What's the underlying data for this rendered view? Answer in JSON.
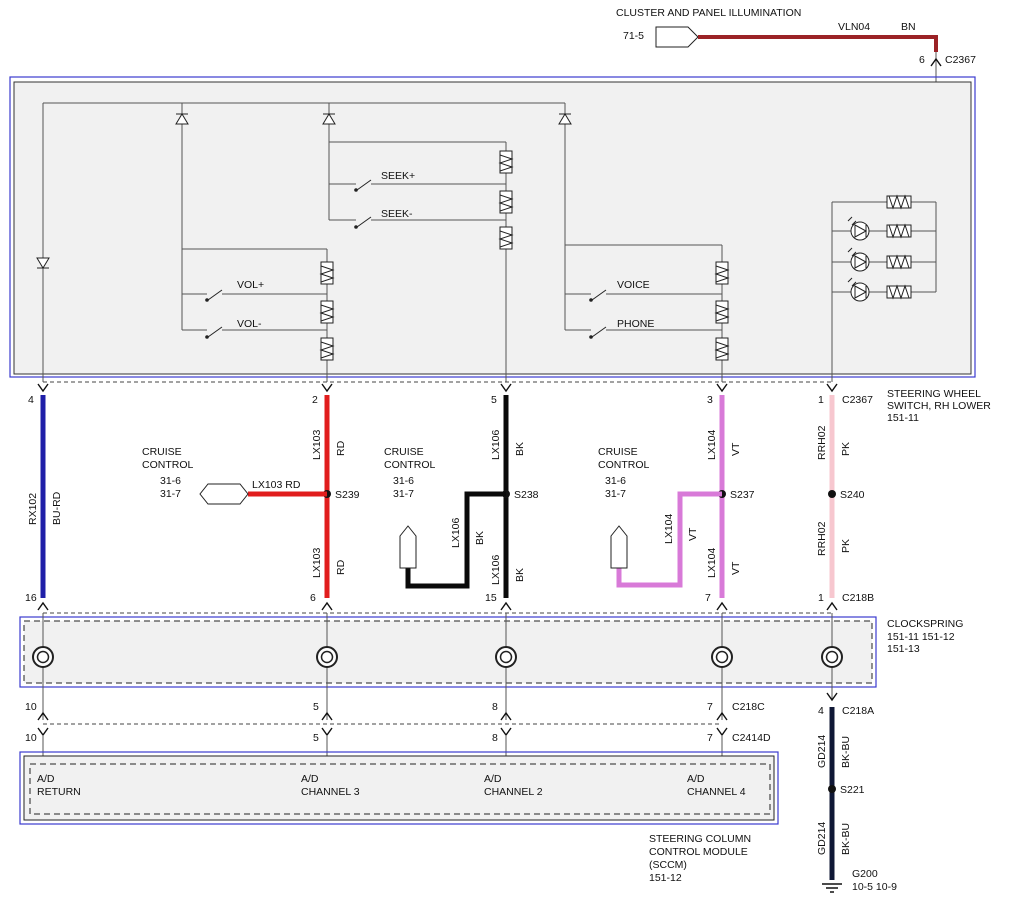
{
  "colors": {
    "vln04_wire": "#9b2226",
    "rx102_wire": "#1f1fa8",
    "lx103_wire": "#e11d1d",
    "lx106_wire": "#0a0a0a",
    "lx104_wire": "#d87ad8",
    "rrh02_wire": "#f7c7cf",
    "gd214_wire": "#101836",
    "module_border": "#3b3bcf",
    "module_fill": "#f1f1f1"
  },
  "illumination": {
    "title": "CLUSTER AND PANEL ILLUMINATION",
    "ref": "71-5",
    "circuit": "VLN04",
    "color": "BN",
    "pin": "6",
    "connector": "C2367"
  },
  "switches": {
    "seek_plus": "SEEK+",
    "seek_minus": "SEEK-",
    "vol_plus": "VOL+",
    "vol_minus": "VOL-",
    "voice": "VOICE",
    "phone": "PHONE"
  },
  "switch_module": {
    "name_line1": "STEERING WHEEL",
    "name_line2": "SWITCH, RH LOWER",
    "ref": "151-11",
    "connector": "C2367"
  },
  "pins_c2367": [
    "4",
    "2",
    "5",
    "3",
    "1"
  ],
  "pins_c218b": [
    "16",
    "6",
    "15",
    "7",
    "1"
  ],
  "connector_c218b": "C218B",
  "wires": {
    "rx102": {
      "circuit": "RX102",
      "color": "BU-RD"
    },
    "lx103": {
      "circuit": "LX103",
      "color": "RD",
      "splice": "S239"
    },
    "lx106": {
      "circuit": "LX106",
      "color": "BK",
      "splice": "S238"
    },
    "lx104": {
      "circuit": "LX104",
      "color": "VT",
      "splice": "S237"
    },
    "rrh02": {
      "circuit": "RRH02",
      "color": "PK",
      "splice": "S240"
    },
    "lx103_branch": "LX103  RD"
  },
  "cruise": [
    {
      "line1": "CRUISE",
      "line2": "CONTROL",
      "ref1": "31-6",
      "ref2": "31-7"
    },
    {
      "line1": "CRUISE",
      "line2": "CONTROL",
      "ref1": "31-6",
      "ref2": "31-7"
    },
    {
      "line1": "CRUISE",
      "line2": "CONTROL",
      "ref1": "31-6",
      "ref2": "31-7"
    }
  ],
  "clockspring": {
    "name": "CLOCKSPRING",
    "refs1": "151-11  151-12",
    "refs2": "151-13"
  },
  "c218a": {
    "connector": "C218A",
    "pin": "4",
    "circuit": "GD214",
    "color": "BK-BU",
    "splice": "S221"
  },
  "c218c": {
    "connector": "C218C",
    "pins": [
      "10",
      "5",
      "8",
      "7"
    ]
  },
  "c2414d": {
    "connector": "C2414D",
    "pins": [
      "10",
      "5",
      "8",
      "7"
    ]
  },
  "sccm": {
    "channels": [
      {
        "l1": "A/D",
        "l2": "RETURN"
      },
      {
        "l1": "A/D",
        "l2": "CHANNEL 3"
      },
      {
        "l1": "A/D",
        "l2": "CHANNEL 2"
      },
      {
        "l1": "A/D",
        "l2": "CHANNEL 4"
      }
    ],
    "name1": "STEERING COLUMN",
    "name2": "CONTROL MODULE",
    "name3": "(SCCM)",
    "ref": "151-12"
  },
  "ground": {
    "name": "G200",
    "refs": "10-5     10-9"
  }
}
